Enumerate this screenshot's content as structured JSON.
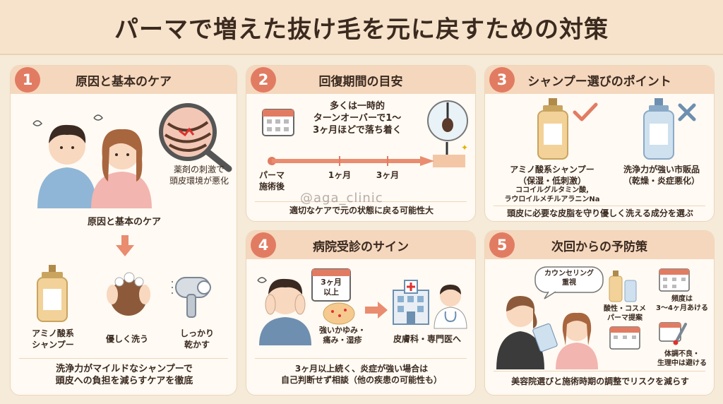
{
  "title": "パーマで増えた抜け毛を元に戻すための対策",
  "watermark": "@aga_clinic",
  "colors": {
    "accent": "#e17c62",
    "header": "#f5d7bd",
    "background": "#f6ead8"
  },
  "section1": {
    "number": "1",
    "heading": "原因と基本のケア",
    "callout": "薬剤の刺激で\n頭皮環境が悪化",
    "subheading": "原因と基本のケア",
    "items": [
      {
        "label": "アミノ酸系\nシャンプー",
        "icon": "shampoo-bottle-icon"
      },
      {
        "label": "優しく洗う",
        "icon": "washing-hair-icon"
      },
      {
        "label": "しっかり\n乾かす",
        "icon": "hair-dryer-icon"
      }
    ],
    "footer": "洗浄力がマイルドなシャンプーで\n頭皮への負担を減らすケアを徹底"
  },
  "section2": {
    "number": "2",
    "heading": "回復期間の目安",
    "note": "多くは一時的\nターンオーバーで1〜\n3ヶ月ほどで落ち着く",
    "timeline": [
      "パーマ\n施術後",
      "1ヶ月",
      "3ヶ月"
    ],
    "footer": "適切なケアで元の状態に戻る可能性大"
  },
  "section3": {
    "number": "3",
    "heading": "シャンプー選びのポイント",
    "good_label": "アミノ酸系シャンプー\n（保湿・低刺激）",
    "good_ingredients": "ココイルグルタミン酸,\nラウロイルメチルアラニンNa",
    "bad_label": "洗浄力が強い市販品\n（乾燥・炎症悪化）",
    "footer": "頭皮に必要な皮脂を守り優しく洗える成分を選ぶ"
  },
  "section4": {
    "number": "4",
    "heading": "病院受診のサイン",
    "calendar_label": "3ヶ月\n以上",
    "symptoms": "強いかゆみ・\n痛み・湿疹",
    "destination": "皮膚科・専門医へ",
    "footer": "3ヶ月以上続く、炎症が強い場合は\n自己判断せず相談（他の疾患の可能性も）"
  },
  "section5": {
    "number": "5",
    "heading": "次回からの予防策",
    "bubble": "カウンセリング\n重視",
    "products_label": "酸性・コスメ\nパーマ提案",
    "frequency": "頻度は\n3〜4ヶ月あける",
    "health": "体調不良・\n生理中は避ける",
    "footer": "美容院選びと施術時期の調整でリスクを減らす"
  }
}
